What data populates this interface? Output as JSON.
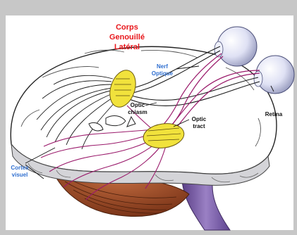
{
  "labels": {
    "corps_line1": "Corps",
    "corps_line2": "Genouillé",
    "corps_line3": "Latéral",
    "nerf_line1": "Nerf",
    "nerf_line2": "Optique",
    "chiasm_line1": "Optic",
    "chiasm_line2": "chiasm",
    "tract_line1": "Optic",
    "tract_line2": "tract",
    "retina": "Retina",
    "cortex_line1": "Cortex",
    "cortex_line2": "visuel"
  },
  "colors": {
    "frame_gray": "#c7c7c7",
    "highlight_red": "#e8161b",
    "highlight_blue": "#2f6fd0",
    "lgn_fill": "#f1e23c",
    "pathway_magenta": "#9a1a6b",
    "cerebellum": "#a04d2a",
    "brainstem": "#7f63a8",
    "eyeball": "#d5d8f0"
  }
}
